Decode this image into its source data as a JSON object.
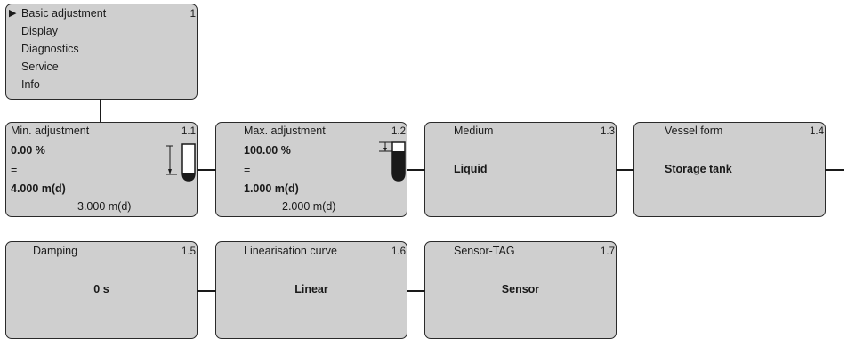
{
  "main_menu": {
    "number": "1",
    "items": [
      {
        "label": "Basic adjustment",
        "selected": true
      },
      {
        "label": "Display",
        "selected": false
      },
      {
        "label": "Diagnostics",
        "selected": false
      },
      {
        "label": "Service",
        "selected": false
      },
      {
        "label": "Info",
        "selected": false
      }
    ]
  },
  "boxes": {
    "min_adjustment": {
      "title": "Min. adjustment",
      "number": "1.1",
      "percent": "0.00 %",
      "equals": "=",
      "value": "4.000 m(d)",
      "reading": "3.000 m(d)"
    },
    "max_adjustment": {
      "title": "Max. adjustment",
      "number": "1.2",
      "percent": "100.00 %",
      "equals": "=",
      "value": "1.000 m(d)",
      "reading": "2.000 m(d)"
    },
    "medium": {
      "title": "Medium",
      "number": "1.3",
      "value": "Liquid"
    },
    "vessel_form": {
      "title": "Vessel form",
      "number": "1.4",
      "value": "Storage tank"
    },
    "damping": {
      "title": "Damping",
      "number": "1.5",
      "value": "0 s"
    },
    "linearisation": {
      "title": "Linearisation curve",
      "number": "1.6",
      "value": "Linear"
    },
    "sensor_tag": {
      "title": "Sensor-TAG",
      "number": "1.7",
      "value": "Sensor"
    }
  },
  "icons": {
    "selection_marker": "right-triangle",
    "min_level": "vessel-empty-level-icon",
    "max_level": "vessel-full-level-icon"
  }
}
